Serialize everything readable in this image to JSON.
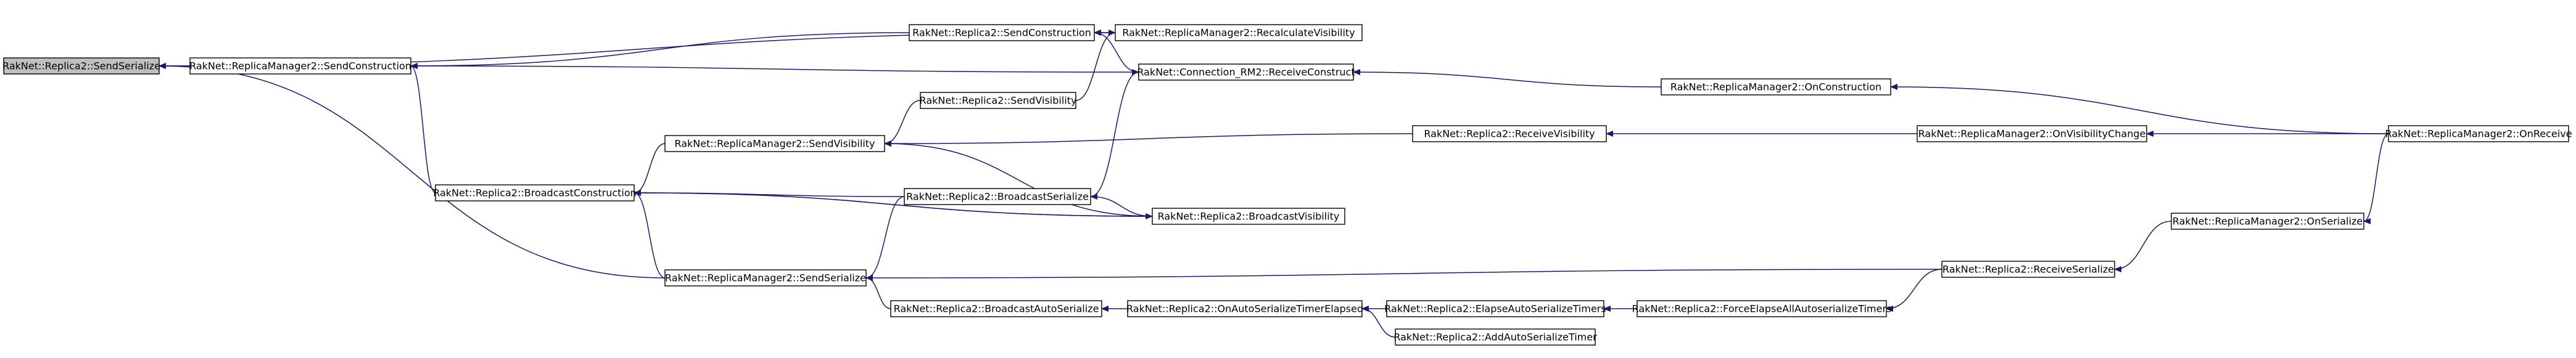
{
  "graph": {
    "title": "",
    "edge_color": "#191970",
    "root_fill": "#bfbfbf",
    "nodes": [
      {
        "id": "n0",
        "label": "RakNet::Replica2::SendSerialize",
        "root": true
      },
      {
        "id": "n1",
        "label": "RakNet::ReplicaManager2::SendConstruction"
      },
      {
        "id": "n2",
        "label": "RakNet::Replica2::SendConstruction"
      },
      {
        "id": "n3",
        "label": "RakNet::ReplicaManager2::RecalculateVisibility"
      },
      {
        "id": "n4",
        "label": "RakNet::Connection_RM2::ReceiveConstruct"
      },
      {
        "id": "n5",
        "label": "RakNet::ReplicaManager2::OnConstruction"
      },
      {
        "id": "n6",
        "label": "RakNet::Replica2::SendVisibility"
      },
      {
        "id": "n7",
        "label": "RakNet::ReplicaManager2::SendVisibility"
      },
      {
        "id": "n8",
        "label": "RakNet::Replica2::ReceiveVisibility"
      },
      {
        "id": "n9",
        "label": "RakNet::ReplicaManager2::OnVisibilityChange"
      },
      {
        "id": "n10",
        "label": "RakNet::ReplicaManager2::OnReceive"
      },
      {
        "id": "n11",
        "label": "RakNet::Replica2::BroadcastConstruction"
      },
      {
        "id": "n12",
        "label": "RakNet::Replica2::BroadcastSerialize"
      },
      {
        "id": "n13",
        "label": "RakNet::Replica2::BroadcastVisibility"
      },
      {
        "id": "n14",
        "label": "RakNet::ReplicaManager2::OnSerialize"
      },
      {
        "id": "n15",
        "label": "RakNet::ReplicaManager2::SendSerialize"
      },
      {
        "id": "n16",
        "label": "RakNet::Replica2::ReceiveSerialize"
      },
      {
        "id": "n17",
        "label": "RakNet::Replica2::BroadcastAutoSerialize"
      },
      {
        "id": "n18",
        "label": "RakNet::Replica2::OnAutoSerializeTimerElapsed"
      },
      {
        "id": "n19",
        "label": "RakNet::Replica2::ElapseAutoSerializeTimers"
      },
      {
        "id": "n20",
        "label": "RakNet::Replica2::ForceElapseAllAutoserializeTimers"
      },
      {
        "id": "n21",
        "label": "RakNet::Replica2::AddAutoSerializeTimer"
      }
    ],
    "edges": [
      {
        "from": "n1",
        "to": "n0"
      },
      {
        "from": "n3",
        "to": "n0"
      },
      {
        "from": "n15",
        "to": "n0"
      },
      {
        "from": "n2",
        "to": "n1"
      },
      {
        "from": "n4",
        "to": "n1"
      },
      {
        "from": "n11",
        "to": "n1"
      },
      {
        "from": "n3",
        "to": "n2"
      },
      {
        "from": "n4",
        "to": "n2"
      },
      {
        "from": "n5",
        "to": "n4"
      },
      {
        "from": "n12",
        "to": "n4"
      },
      {
        "from": "n6",
        "to": "n3"
      },
      {
        "from": "n10",
        "to": "n5"
      },
      {
        "from": "n6",
        "to": "n7"
      },
      {
        "from": "n8",
        "to": "n7"
      },
      {
        "from": "n13",
        "to": "n7"
      },
      {
        "from": "n9",
        "to": "n8"
      },
      {
        "from": "n10",
        "to": "n9"
      },
      {
        "from": "n7",
        "to": "n11"
      },
      {
        "from": "n12",
        "to": "n11"
      },
      {
        "from": "n13",
        "to": "n11"
      },
      {
        "from": "n15",
        "to": "n11"
      },
      {
        "from": "n13",
        "to": "n12"
      },
      {
        "from": "n11",
        "to": "n13"
      },
      {
        "from": "n12",
        "to": "n15"
      },
      {
        "from": "n16",
        "to": "n15"
      },
      {
        "from": "n17",
        "to": "n15"
      },
      {
        "from": "n14",
        "to": "n16"
      },
      {
        "from": "n10",
        "to": "n14"
      },
      {
        "from": "n18",
        "to": "n17"
      },
      {
        "from": "n19",
        "to": "n18"
      },
      {
        "from": "n21",
        "to": "n18"
      },
      {
        "from": "n20",
        "to": "n19"
      },
      {
        "from": "n16",
        "to": "n20"
      }
    ]
  }
}
